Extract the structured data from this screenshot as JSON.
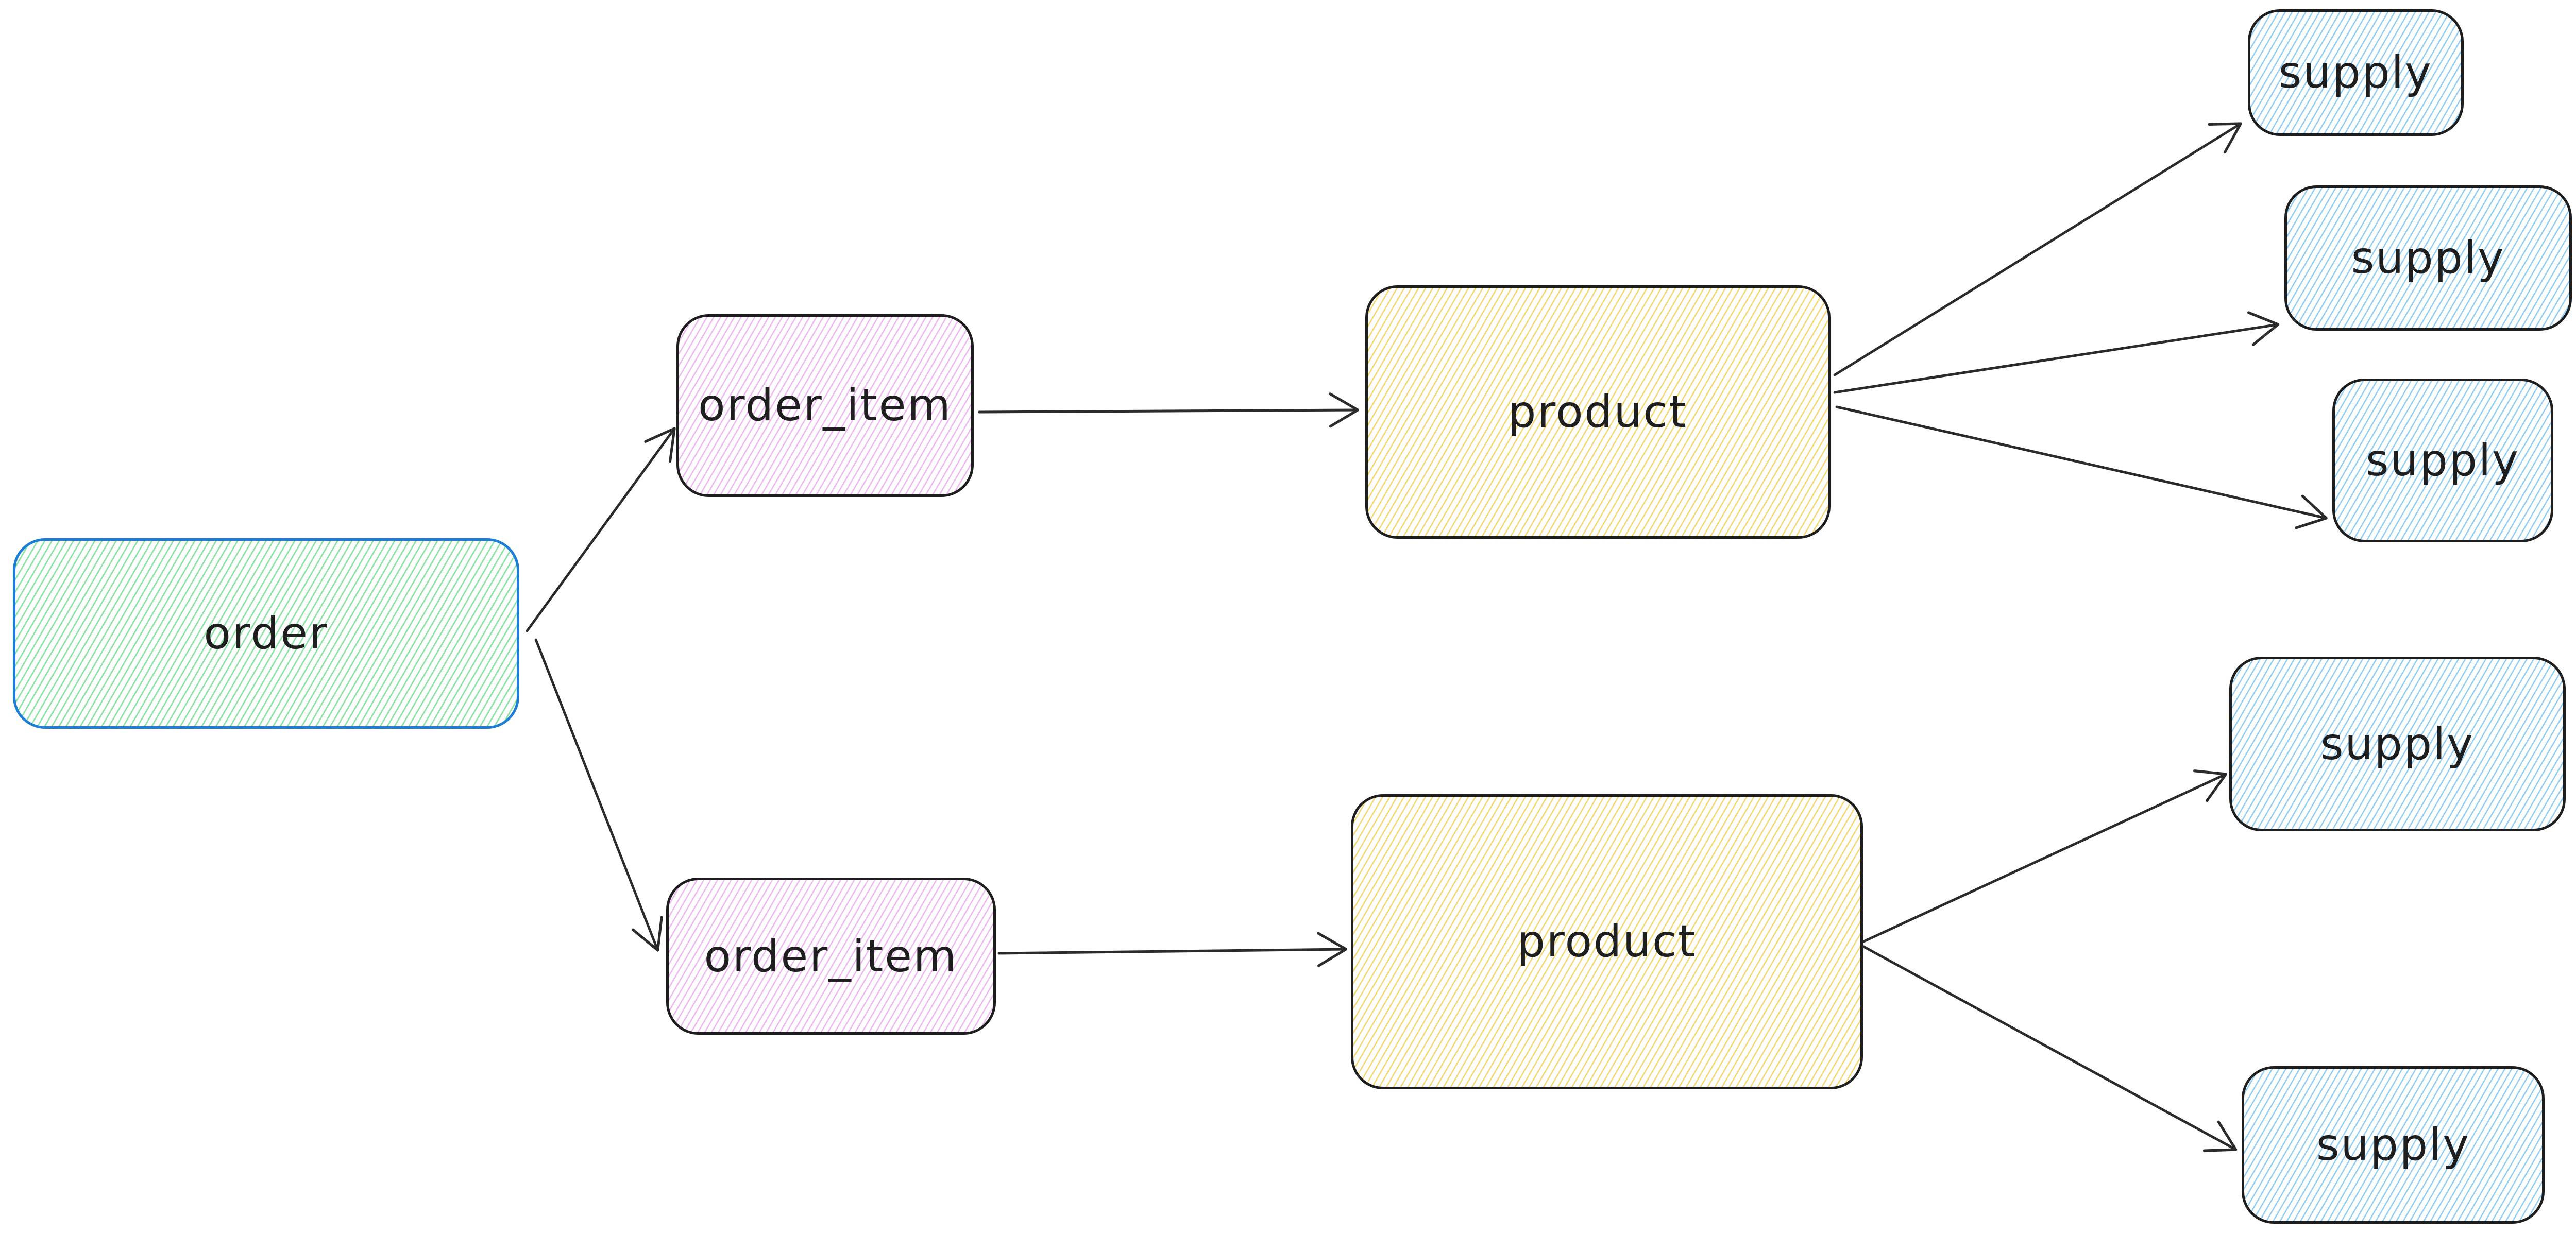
{
  "diagram": {
    "type": "flow-diagram",
    "background": "#ffffff",
    "palette": {
      "ink": "#1e1e1e",
      "arrow": "#2b2b2b",
      "order-stroke": "#1c7ed6",
      "order-hatch": "#8ce3a4",
      "order-item-hatch": "#f0b6f3",
      "product-hatch": "#f6d66e",
      "supply-hatch": "#8fcdf8"
    },
    "nodes": {
      "order": {
        "label": "order",
        "fill_style": "hachure",
        "fill_color": "green",
        "stroke_color": "blue"
      },
      "order_item_1": {
        "label": "order_item",
        "fill_style": "hachure",
        "fill_color": "pink",
        "stroke_color": "dark"
      },
      "order_item_2": {
        "label": "order_item",
        "fill_style": "hachure",
        "fill_color": "pink",
        "stroke_color": "dark"
      },
      "product_1": {
        "label": "product",
        "fill_style": "hachure",
        "fill_color": "yellow",
        "stroke_color": "dark"
      },
      "product_2": {
        "label": "product",
        "fill_style": "hachure",
        "fill_color": "yellow",
        "stroke_color": "dark"
      },
      "supply_1": {
        "label": "supply",
        "fill_style": "hachure",
        "fill_color": "blue",
        "stroke_color": "dark"
      },
      "supply_2": {
        "label": "supply",
        "fill_style": "hachure",
        "fill_color": "blue",
        "stroke_color": "dark"
      },
      "supply_3": {
        "label": "supply",
        "fill_style": "hachure",
        "fill_color": "blue",
        "stroke_color": "dark"
      },
      "supply_4": {
        "label": "supply",
        "fill_style": "hachure",
        "fill_color": "blue",
        "stroke_color": "dark"
      },
      "supply_5": {
        "label": "supply",
        "fill_style": "hachure",
        "fill_color": "blue",
        "stroke_color": "dark"
      }
    },
    "edges": [
      {
        "from": "order",
        "to": "order_item_1",
        "arrowhead": "open"
      },
      {
        "from": "order",
        "to": "order_item_2",
        "arrowhead": "open"
      },
      {
        "from": "order_item_1",
        "to": "product_1",
        "arrowhead": "open"
      },
      {
        "from": "order_item_2",
        "to": "product_2",
        "arrowhead": "open"
      },
      {
        "from": "product_1",
        "to": "supply_1",
        "arrowhead": "open"
      },
      {
        "from": "product_1",
        "to": "supply_2",
        "arrowhead": "open"
      },
      {
        "from": "product_1",
        "to": "supply_3",
        "arrowhead": "open"
      },
      {
        "from": "product_2",
        "to": "supply_4",
        "arrowhead": "open"
      },
      {
        "from": "product_2",
        "to": "supply_5",
        "arrowhead": "open"
      }
    ]
  }
}
